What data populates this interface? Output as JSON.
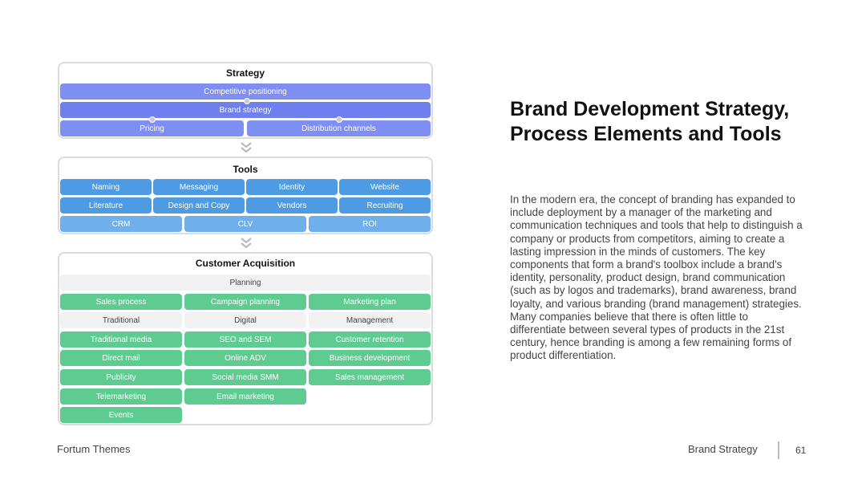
{
  "strategy": {
    "title": "Strategy",
    "competitive": "Competitive positioning",
    "brand": "Brand strategy",
    "pricing": "Pricing",
    "distribution": "Distribution channels"
  },
  "tools": {
    "title": "Tools",
    "row1": [
      "Naming",
      "Messaging",
      "Identity",
      "Website"
    ],
    "row2": [
      "Literature",
      "Design and Copy",
      "Vendors",
      "Recruiting"
    ],
    "row3": [
      "CRM",
      "CLV",
      "ROI"
    ]
  },
  "acquisition": {
    "title": "Customer Acquisition",
    "planning": "Planning",
    "col1": [
      "Sales process",
      "Traditional",
      "Traditional media",
      "Direct mail",
      "Publicity",
      "Telemarketing",
      "Events"
    ],
    "col2": [
      "Campaign planning",
      "Digital",
      "SEO and SEM",
      "Online ADV",
      "Social media SMM",
      "Email marketing"
    ],
    "col3": [
      "Marketing plan",
      "Management",
      "Customer retention",
      "Business development",
      "Sales management"
    ]
  },
  "slide": {
    "title": "Brand Development Strategy, Process Elements and Tools",
    "body": "In the modern era, the concept of branding has expanded to include deployment by a manager of the marketing and communication techniques and tools that help to distinguish a company or products from competitors, aiming to create a lasting impression in the minds of customers. The key components that form a brand's toolbox include a brand's identity, personality, product design, brand communication (such as by logos and trademarks), brand awareness, brand loyalty, and various branding (brand management) strategies. Many companies believe that there is often little to differentiate between several types of products in the 21st century, hence branding is among a few remaining forms of product differentiation."
  },
  "footer": {
    "left": "Fortum Themes",
    "right": "Brand Strategy",
    "page": "61"
  },
  "colors": {
    "violet": "#7f8ef3",
    "blue": "#4f9be3",
    "blue_light": "#6fb0ec",
    "green": "#5ecb91",
    "gray": "#f1f1f1"
  }
}
